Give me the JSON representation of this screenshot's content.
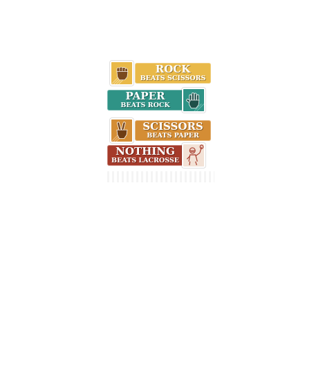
{
  "colors": {
    "rock": "#e9b948",
    "paper": "#2f9386",
    "scissors": "#d48d35",
    "nothing": "#a53a2a"
  },
  "rows": [
    {
      "line1": "ROCK",
      "line2": "BEATS SCISSORS",
      "icon": "fist-icon"
    },
    {
      "line1": "PAPER",
      "line2": "BEATS ROCK",
      "icon": "open-hand-icon"
    },
    {
      "line1": "SCISSORS",
      "line2": "BEATS PAPER",
      "icon": "peace-hand-icon"
    },
    {
      "line1": "NOTHING",
      "line2": "BEATS LACROSSE",
      "icon": "lacrosse-player-icon"
    }
  ]
}
